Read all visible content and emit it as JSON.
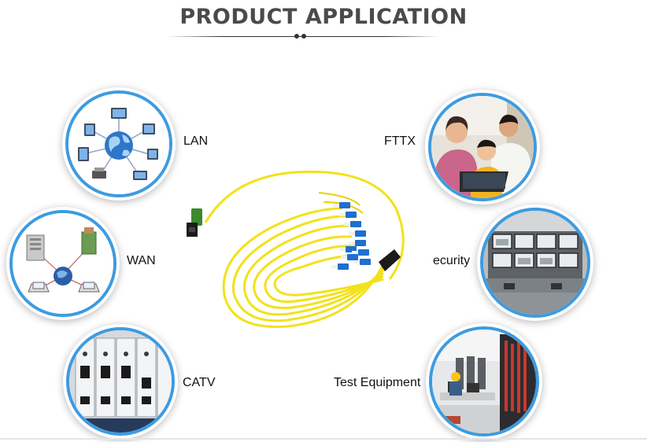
{
  "header": {
    "title": "PRODUCT APPLICATION"
  },
  "applications": {
    "lan": {
      "label": "LAN"
    },
    "wan": {
      "label": "WAN"
    },
    "catv": {
      "label": "CATV"
    },
    "fttx": {
      "label": "FTTX"
    },
    "security": {
      "label": "ecurity"
    },
    "test": {
      "label": "Test Equipment"
    }
  },
  "colors": {
    "title": "#4a4a4a",
    "circle_border": "#3d9be0",
    "cable_yellow": "#f2e21a",
    "connector_blue": "#1e6fd0",
    "mpo_green": "#3d8a2c"
  },
  "icons": [
    "network-globe-icon",
    "server-network-icon",
    "catv-rack-icon",
    "family-computer-photo",
    "security-monitor-room-photo",
    "test-lab-photo",
    "fiber-cable-product-photo"
  ]
}
